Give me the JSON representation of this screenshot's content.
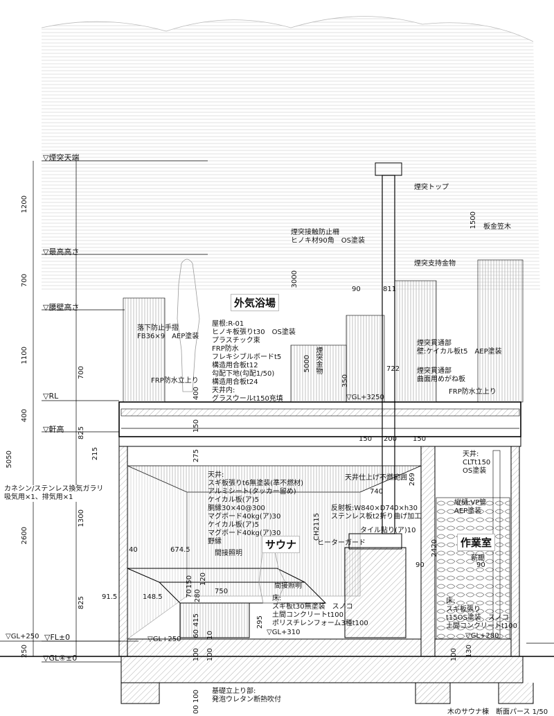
{
  "levels": {
    "chimney_top": "▽煙突天端",
    "max_height": "▽最高高さ",
    "waist_wall": "▽腰壁高さ",
    "rl": "▽RL",
    "eaves": "▽軒高",
    "gl_250_left": "▽GL+250",
    "fl0": "▽FL±0",
    "gl_datum": "▽GL④±0",
    "gl_3250": "▽GL+3250",
    "gl_250_in": "▽GL+250",
    "gl_310": "▽GL+310",
    "gl_280": "▽GL+280"
  },
  "left_dims": {
    "d1200": "1200",
    "d700a": "700",
    "d1100": "1100",
    "d700b": "700",
    "d400": "400",
    "d825a": "825",
    "d215": "215",
    "d5050": "5050",
    "d2600": "2600",
    "d1300": "1300",
    "d825b": "825",
    "d250": "250"
  },
  "rooms": {
    "outdoor_bath": "外気浴場",
    "sauna": "サウナ",
    "workroom": "作業室"
  },
  "notes": {
    "chimney_top_label": "煙突トップ",
    "chimney_guard": "煙突接触防止柵\nヒノキ材90角　OS塗装",
    "metal_cap": "板金笠木",
    "chimney_support": "煙突支持金物",
    "fall_rail": "落下防止手摺\nFB36×9　AEP塗装",
    "roof_spec": "屋根:R-01\nヒノキ板張りt30　OS塗装\nプラスチック束\nFRP防水\nフレキシブルボードt5\n構造用合板t12\n勾配下地(勾配1/50)\n構造用合板t24\n天井内:\nグラスウールt150充填",
    "frp_left": "FRP防水立上り",
    "frp_right": "FRP防水立上り",
    "chimney_pass": "煙突貫通部\n壁:ケイカル板t5　AEP塗装",
    "chimney_pass2": "煙突貫通部\n曲面用めがね板",
    "vent_gallery": "カネシン/ステンレス換気ガラリ\n吸気用×1、排気用×1",
    "ceiling_spec": "天井:\nスギ板張りt6無塗装(準不燃材)\nアルミシート(タッカー留め)\nケイカル板(ア)5\n胴縁30×40@300\nマグボード40kg(ア)30\nケイカル板(ア)5\nマグボード40kg(ア)30\n野縁",
    "ceiling_finish": "天井仕上げ不燃範囲",
    "reflector": "反射板:W840×D740×h30\nステンレス板t2折り曲げ加工",
    "tile": "タイル貼り(ア)10",
    "heater_guard": "ヒーターガード",
    "indirect_light1": "間接照明",
    "indirect_light2": "間接照明",
    "bench_spec": "床:\nスギ板t30無塗装　スノコ\n土間コンクリートt100\nポリスチレンフォーム3種t100",
    "work_ceiling": "天井:\nCLTt150\nOS塗装",
    "vp_pipe": "縦樋:VP管\nAEP塗装",
    "firewood": "薪棚",
    "work_floor": "床:\nスギ板張り\nt15OS塗装　スノコ\n土間コンクリートt100",
    "foundation": "基礎立上り部:\n発泡ウレタン断熱吹付",
    "ch2115": "CH2115",
    "chimney_metal_vert": "煙突金物"
  },
  "dims": {
    "d3000": "3000",
    "d1500": "1500",
    "d5000": "5000",
    "d90a": "90",
    "d811": "811",
    "d722": "722",
    "d350": "350",
    "d400r": "400",
    "d150a": "150",
    "d275": "275",
    "d150b": "150",
    "d200": "200",
    "d150c": "150",
    "d269": "269",
    "d740": "740",
    "d40": "40",
    "d674": "674.5",
    "d91": "91.5",
    "d148": "148.5",
    "d750": "750",
    "d2420": "2420",
    "d90b": "90",
    "d90c": "90",
    "d120": "120",
    "d150d": "150",
    "d70": "70",
    "d280": "280",
    "d415": "415",
    "d60": "60",
    "d100a": "100",
    "d100b": "100",
    "d10": "10",
    "d295": "295",
    "d130": "130",
    "d100c": "100",
    "d00": "00 100"
  },
  "title": "木のサウナ棟　断面パース 1/50"
}
